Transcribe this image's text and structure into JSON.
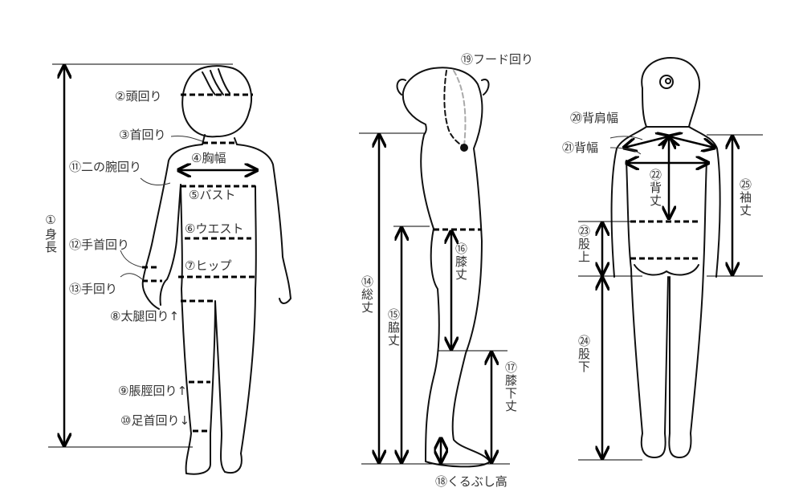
{
  "front_view": {
    "labels": {
      "height": "①身長",
      "head": "②頭回り",
      "neck": "③首回り",
      "chest_width": "④胸幅",
      "bust": "⑤バスト",
      "waist": "⑥ウエスト",
      "hip": "⑦ヒップ",
      "thigh": "⑧太腿回り↑",
      "calf": "⑨脹脛回り↑",
      "ankle": "⑩足首回り↓",
      "upper_arm": "⑪二の腕回り",
      "wrist": "⑫手首回り",
      "hand": "⑬手回り"
    }
  },
  "side_view": {
    "labels": {
      "total_length": "⑭総丈",
      "side_length": "⑮脇丈",
      "knee_length": "⑯膝丈",
      "below_knee": "⑰膝下丈",
      "ankle_height": "⑱くるぶし高",
      "hood": "⑲フード回り"
    }
  },
  "back_view": {
    "labels": {
      "shoulder_width": "⑳背肩幅",
      "back_width": "㉑背幅",
      "back_length": "㉒背丈",
      "rise": "㉓股上",
      "inseam": "㉔股下",
      "sleeve_length": "㉕袖丈"
    }
  }
}
